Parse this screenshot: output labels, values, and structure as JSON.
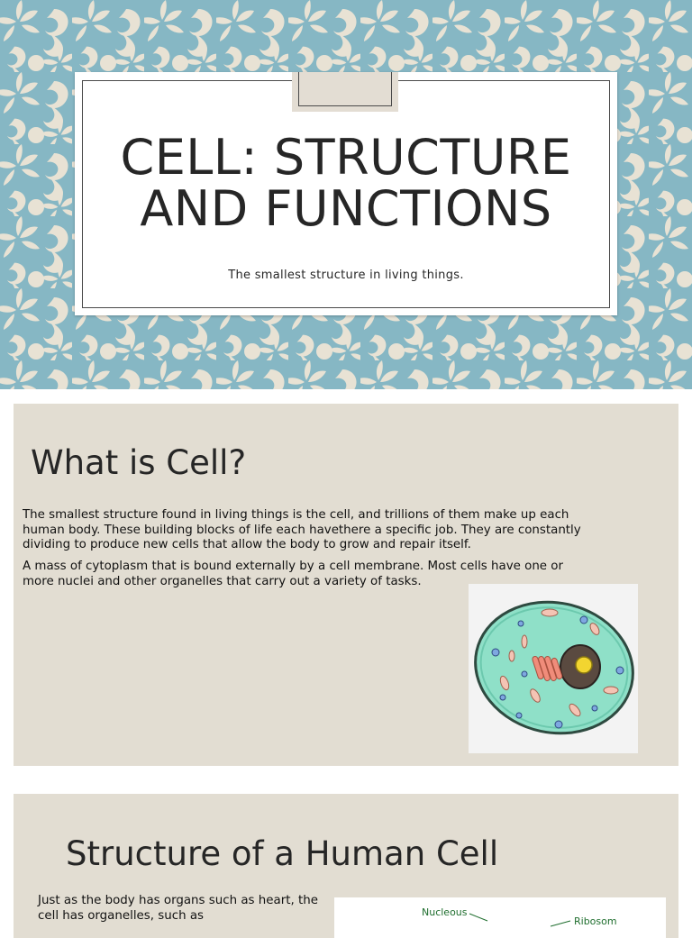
{
  "slide1": {
    "title": "Cell: Structure and Functions",
    "subtitle": "The smallest structure in living things.",
    "colors": {
      "background": "#86b7c4",
      "pattern": "#e8e2d4",
      "card": "#ffffff",
      "tab": "#e3ddd3"
    }
  },
  "slide2": {
    "heading": "What is Cell?",
    "paragraph1": "The smallest structure found in living things is the cell, and trillions of them make up each human body. These building blocks of life each havethere a specific job. They are constantly dividing to produce new cells that allow the body to grow and repair itself.",
    "paragraph2": "A mass of cytoplasm that is bound externally by a cell membrane. Most cells have one or more nuclei and other organelles that carry out a variety of tasks.",
    "image": "animal-cell-illustration",
    "colors": {
      "background": "#e2ddd2",
      "cytoplasm": "#8fe0c8",
      "nucleus": "#5a4a40",
      "nucleolus": "#f2d530"
    }
  },
  "slide3": {
    "heading": "Structure of a Human Cell",
    "paragraph": "Just as the body has organs such as heart, the cell has organelles, such as",
    "diagram_labels": [
      "Nucleous",
      "Ribosom"
    ],
    "colors": {
      "background": "#e2ddd2",
      "diagram_label": "#1f6e2e"
    }
  }
}
